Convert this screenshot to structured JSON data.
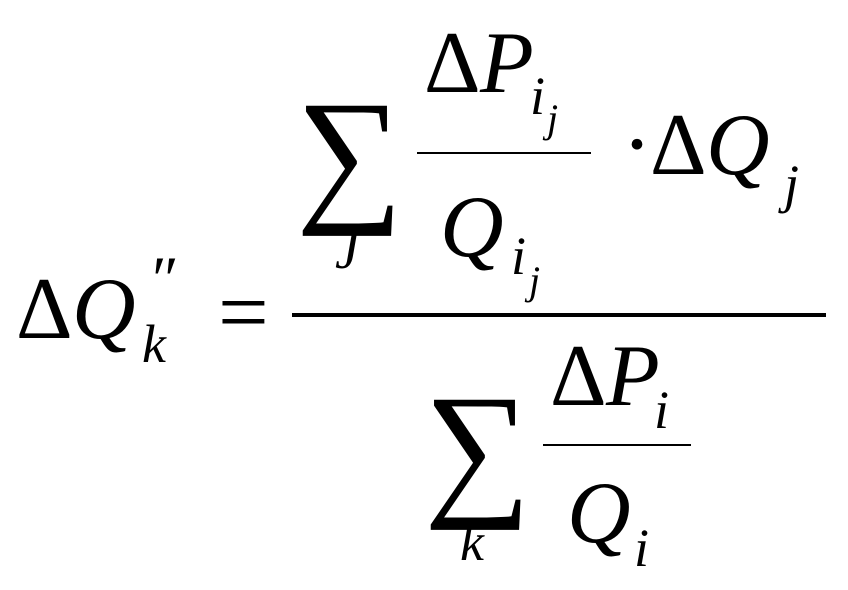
{
  "formula": {
    "lhs": {
      "delta": "Δ",
      "symbol": "Q",
      "prime": "″",
      "subscript": "k"
    },
    "equals": "=",
    "numerator": {
      "sum_sign": "∑",
      "sum_index": "J",
      "fraction": {
        "num_delta": "Δ",
        "num_symbol": "P",
        "num_sub": "i",
        "num_subsub": "j",
        "den_symbol": "Q",
        "den_sub": "i",
        "den_subsub": "j"
      },
      "dot": "·",
      "delta": "Δ",
      "symbol": "Q",
      "subscript": "j"
    },
    "denominator": {
      "sum_sign": "∑",
      "sum_index": "k",
      "fraction": {
        "num_delta": "Δ",
        "num_symbol": "P",
        "num_sub": "i",
        "den_symbol": "Q",
        "den_sub": "i"
      }
    }
  }
}
